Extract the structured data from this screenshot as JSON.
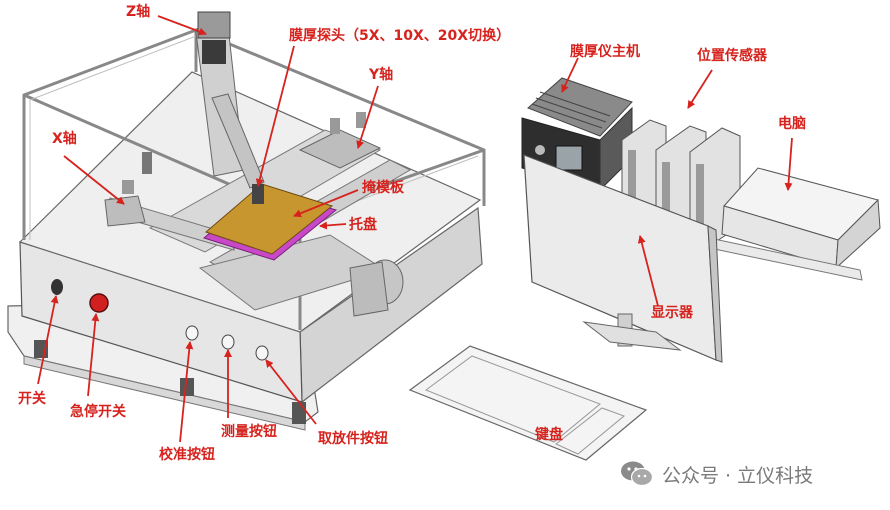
{
  "labels": {
    "z_axis": "Z轴",
    "probe": "膜厚探头（5X、10X、20X切换）",
    "y_axis": "Y轴",
    "x_axis": "X轴",
    "mask": "掩模板",
    "tray": "托盘",
    "host": "膜厚仪主机",
    "position_sensor": "位置传感器",
    "computer": "电脑",
    "monitor": "显示器",
    "keyboard": "键盘",
    "power_switch": "开关",
    "emergency_stop": "急停开关",
    "calibrate_button": "校准按钮",
    "measure_button": "测量按钮",
    "pick_place_button": "取放件按钮"
  },
  "watermark": {
    "text": "公众号 · 立仪科技",
    "icon": "wechat-icon"
  },
  "colors": {
    "label": "#d6231e",
    "watermark": "#7a7a7a",
    "mask": "#c8962e",
    "tray": "#c848c8"
  }
}
